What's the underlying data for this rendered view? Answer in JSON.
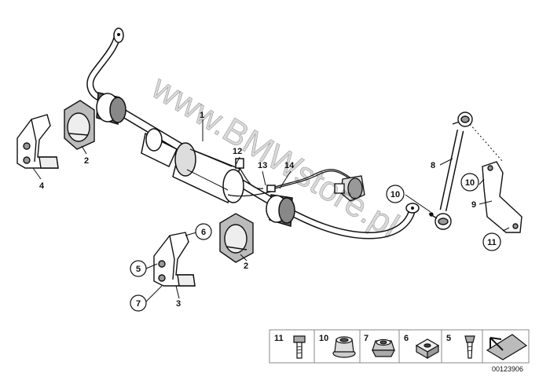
{
  "watermark": "www.BMWstore.pl",
  "diagram_code": "00123906",
  "callouts": {
    "c1": "1",
    "c2a": "2",
    "c2b": "2",
    "c3": "3",
    "c4": "4",
    "c5": "5",
    "c6": "6",
    "c7": "7",
    "c8": "8",
    "c9": "9",
    "c10a": "10",
    "c10b": "10",
    "c11": "11",
    "c12": "12",
    "c13": "13",
    "c14": "14"
  },
  "legend": [
    {
      "num": "11",
      "icon": "bolt-icon"
    },
    {
      "num": "10",
      "icon": "collar-nut-icon"
    },
    {
      "num": "7",
      "icon": "hex-nut-icon"
    },
    {
      "num": "6",
      "icon": "square-nut-icon"
    },
    {
      "num": "5",
      "icon": "screw-icon"
    },
    {
      "num": "",
      "icon": "arrow-icon"
    }
  ]
}
